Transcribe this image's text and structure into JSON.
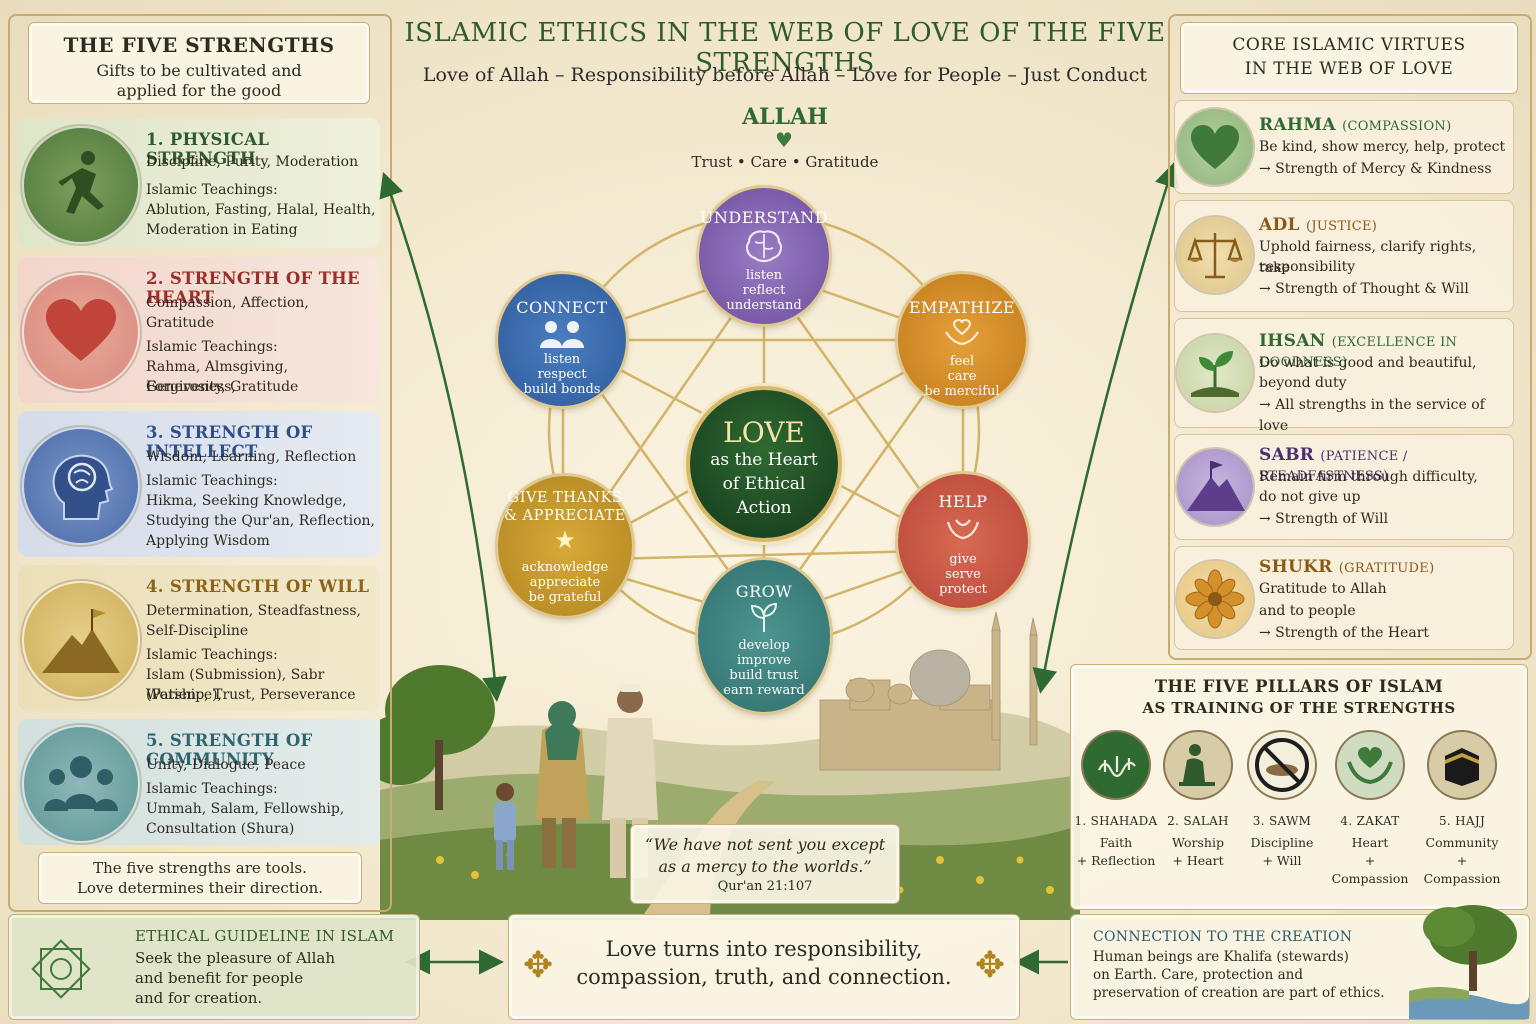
{
  "header": {
    "title": "ISLAMIC ETHICS IN THE WEB OF LOVE OF THE FIVE STRENGTHS",
    "subtitle": "Love of Allah – Responsibility before Allah – Love for People – Just Conduct"
  },
  "left_panel": {
    "title": "THE FIVE STRENGTHS",
    "subtitle_1": "Gifts to be cultivated and",
    "subtitle_2": "applied for the good",
    "strengths": [
      {
        "title": "1. PHYSICAL STRENGTH",
        "qualities": "Discipline, Purity, Moderation",
        "teach_label": "Islamic Teachings:",
        "teach_1": "Ablution, Fasting, Halal, Health,",
        "teach_2": "Moderation in Eating",
        "teach_3": ""
      },
      {
        "title": "2. STRENGTH OF THE HEART",
        "qualities": "Compassion, Affection,",
        "qualities_2": "Gratitude",
        "teach_label": "Islamic Teachings:",
        "teach_1": "Rahma, Almsgiving, Forgiveness,",
        "teach_2": "Generosity, Gratitude",
        "teach_3": ""
      },
      {
        "title": "3. STRENGTH OF INTELLECT",
        "qualities": "Wisdom, Learning, Reflection",
        "teach_label": "Islamic Teachings:",
        "teach_1": "Hikma, Seeking Knowledge,",
        "teach_2": "Studying the Qur'an, Reflection,",
        "teach_3": "Applying Wisdom"
      },
      {
        "title": "4. STRENGTH OF WILL",
        "qualities": "Determination, Steadfastness,",
        "qualities_2": "Self-Discipline",
        "teach_label": "Islamic Teachings:",
        "teach_1": "Islam (Submission), Sabr (Patience),",
        "teach_2": "Worship, Trust, Perseverance",
        "teach_3": ""
      },
      {
        "title": "5. STRENGTH OF COMMUNITY",
        "qualities": "Unity, Dialogue, Peace",
        "teach_label": "Islamic Teachings:",
        "teach_1": "Ummah, Salam, Fellowship,",
        "teach_2": "Consultation (Shura)",
        "teach_3": ""
      }
    ],
    "note_1": "The five strengths are tools.",
    "note_2": "Love determines their direction."
  },
  "web": {
    "allah": "ALLAH",
    "allah_sub": "Trust • Care • Gratitude",
    "center_title": "LOVE",
    "center_1": "as the Heart",
    "center_2": "of Ethical",
    "center_3": "Action",
    "nodes": {
      "understand": {
        "title": "UNDERSTAND",
        "w1": "listen",
        "w2": "reflect",
        "w3": "understand"
      },
      "connect": {
        "title": "CONNECT",
        "w1": "listen",
        "w2": "respect",
        "w3": "build bonds"
      },
      "empathize": {
        "title": "EMPATHIZE",
        "w1": "feel",
        "w2": "care",
        "w3": "be merciful"
      },
      "thanks": {
        "title1": "GIVE THANKS",
        "title2": "& APPRECIATE",
        "w1": "acknowledge",
        "w2": "appreciate",
        "w3": "be grateful"
      },
      "help": {
        "title": "HELP",
        "w1": "give",
        "w2": "serve",
        "w3": "protect"
      },
      "grow": {
        "title": "GROW",
        "w1": "develop",
        "w2": "improve",
        "w3": "build trust",
        "w4": "earn reward"
      }
    }
  },
  "quote": {
    "line1": "“We have not sent you except",
    "line2": "as a mercy to the worlds.”",
    "ref": "Qur'an 21:107"
  },
  "right_panel": {
    "title_1": "CORE ISLAMIC VIRTUES",
    "title_2": "IN THE WEB OF LOVE",
    "virtues": [
      {
        "name": "RAHMA",
        "tr": "(COMPASSION)",
        "l1": "Be kind, show mercy, help, protect",
        "l2": "→ Strength of Mercy & Kindness",
        "l3": ""
      },
      {
        "name": "ADL",
        "tr": "(JUSTICE)",
        "l1": "Uphold fairness, clarify rights, take",
        "l2": "responsibility",
        "l3": "→ Strength of Thought & Will"
      },
      {
        "name": "IHSAN",
        "tr": "(EXCELLENCE IN GOODNESS)",
        "l1": "Do what is good and beautiful,",
        "l2": "beyond duty",
        "l3": "→ All strengths in the service of love"
      },
      {
        "name": "SABR",
        "tr": "(PATIENCE / STEADFASTNESS)",
        "l1": "Remain firm through difficulty,",
        "l2": "do not give up",
        "l3": "→ Strength of Will"
      },
      {
        "name": "SHUKR",
        "tr": "(GRATITUDE)",
        "l1": "Gratitude to Allah",
        "l2": "and to people",
        "l3": "→ Strength of the Heart"
      }
    ]
  },
  "pillars_panel": {
    "title_1": "THE FIVE PILLARS OF ISLAM",
    "title_2": "AS TRAINING OF THE STRENGTHS",
    "pillars": [
      {
        "name": "1. SHAHADA",
        "d1": "Faith",
        "d2": "+ Reflection"
      },
      {
        "name": "2. SALAH",
        "d1": "Worship",
        "d2": "+ Heart"
      },
      {
        "name": "3. SAWM",
        "d1": "Discipline",
        "d2": "+ Will"
      },
      {
        "name": "4. ZAKAT",
        "d1": "Heart",
        "d2": "+ Compassion"
      },
      {
        "name": "5. HAJJ",
        "d1": "Community",
        "d2": "+ Compassion"
      }
    ]
  },
  "bottom": {
    "guideline_title": "ETHICAL GUIDELINE IN ISLAM",
    "guideline_1": "Seek the pleasure of Allah",
    "guideline_2": "and benefit for people",
    "guideline_3": "and for creation.",
    "center_1": "Love turns into responsibility,",
    "center_2": "compassion, truth, and connection.",
    "creation_title": "CONNECTION TO THE CREATION",
    "creation_1": "Human beings are Khalifa (stewards)",
    "creation_2": "on Earth. Care, protection and",
    "creation_3": "preservation of creation are part of ethics."
  },
  "colors": {
    "green": "#2f5a2e",
    "red": "#b8423a",
    "blue": "#2f4f8a",
    "gold": "#a07a1e",
    "teal": "#2f6470",
    "purple": "#7a5aa8",
    "orange": "#d08a22"
  }
}
